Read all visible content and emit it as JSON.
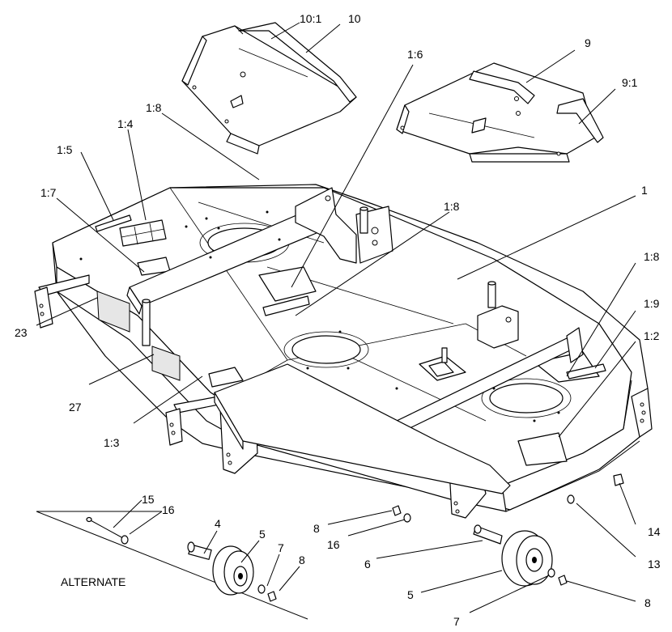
{
  "callouts": {
    "c10_1": "10:1",
    "c10": "10",
    "c1_6": "1:6",
    "c9": "9",
    "c9_1": "9:1",
    "c1_8a": "1:8",
    "c1_4": "1:4",
    "c1_5": "1:5",
    "c1_7": "1:7",
    "c1_8b": "1:8",
    "c1": "1",
    "c1_8c": "1:8",
    "c1_9": "1:9",
    "c1_2": "1:2",
    "c23": "23",
    "c27": "27",
    "c1_3": "1:3",
    "c15": "15",
    "c16a": "16",
    "c4": "4",
    "c5a": "5",
    "c7a": "7",
    "c8a": "8",
    "c8b": "8",
    "c16b": "16",
    "c6": "6",
    "c14": "14",
    "c13": "13",
    "c5b": "5",
    "c7b": "7",
    "c8c": "8"
  },
  "alternate_label": "ALTERNATE"
}
